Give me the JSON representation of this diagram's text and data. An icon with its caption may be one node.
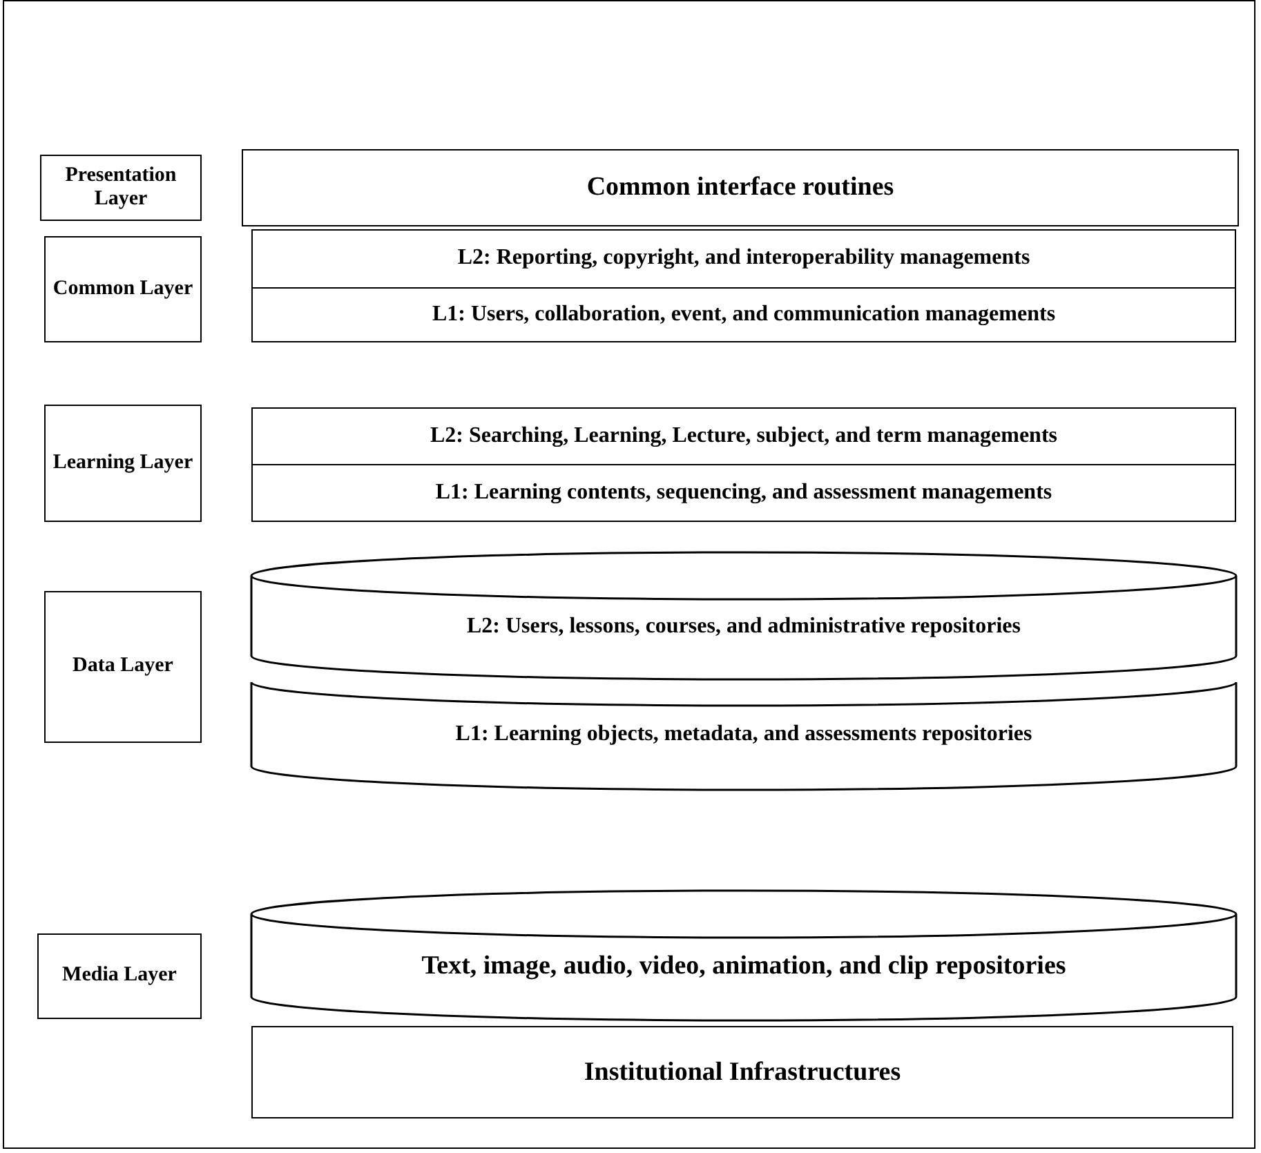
{
  "diagram": {
    "nodes": [
      {
        "text": [
          "Presentation Layer"
        ]
      },
      {
        "text": [
          "Common interface routines"
        ]
      },
      {
        "text": [
          "Common Layer"
        ]
      },
      {
        "text": [
          "L2: Reporting, copyright, and interoperability managements"
        ]
      },
      {
        "text": [
          "L1: Users, collaboration, event, and communication managements"
        ]
      },
      {
        "text": [
          "Learning Layer"
        ]
      },
      {
        "text": [
          "L2: Searching, Learning, Lecture, subject, and term managements"
        ]
      },
      {
        "text": [
          "L1: Learning contents, sequencing, and assessment managements"
        ]
      },
      {
        "text": [
          "Data Layer"
        ]
      },
      {
        "text": [
          "L2: Users, lessons, courses, and administrative repositories"
        ]
      },
      {
        "text": [
          "L1: Learning objects, metadata, and assessments repositories"
        ]
      },
      {
        "text": [
          "Media Layer"
        ]
      },
      {
        "text": [
          "Text, image, audio, video, animation, and clip repositories"
        ]
      },
      {
        "text": [
          "Institutional Infrastructures"
        ]
      }
    ]
  }
}
